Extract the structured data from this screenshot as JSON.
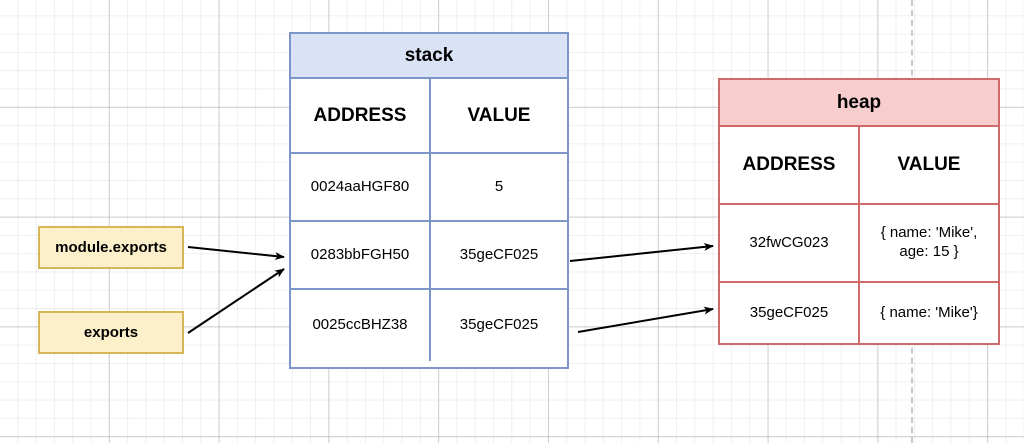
{
  "diagram": {
    "title_stack": "stack",
    "title_heap": "heap",
    "colors": {
      "stack_border": "#7d96c8",
      "stack_header_fill": "#dae3f6",
      "heap_border": "#d06a6a",
      "heap_header_fill": "#f8cdcd",
      "note_border": "#d6b656",
      "note_fill": "#fcf0ca",
      "arrow": "#000000",
      "guide_line": "#c9c9cc"
    }
  },
  "stack": {
    "title": "stack",
    "columns": [
      "ADDRESS",
      "VALUE"
    ],
    "rows": [
      {
        "address": "0024aaHGF80",
        "value": "5"
      },
      {
        "address": "0283bbFGH50",
        "value": "35geCF025"
      },
      {
        "address": "0025ccBHZ38",
        "value": "35geCF025"
      }
    ]
  },
  "heap": {
    "title": "heap",
    "columns": [
      "ADDRESS",
      "VALUE"
    ],
    "rows": [
      {
        "address": "32fwCG023",
        "value": "{ name: 'Mike',\nage:  15 }"
      },
      {
        "address": "35geCF025",
        "value": "{ name: 'Mike'}"
      }
    ]
  },
  "notes": [
    {
      "label": "module.exports"
    },
    {
      "label": "exports"
    }
  ],
  "arrows": [
    {
      "name": "module-exports-to-stack",
      "from": "module.exports",
      "to": "stack"
    },
    {
      "name": "exports-to-stack",
      "from": "exports",
      "to": "stack"
    },
    {
      "name": "stack-row2-to-heap-row1",
      "from": "stack row 0283bbFGH50",
      "to": "heap"
    },
    {
      "name": "stack-row3-to-heap-row2",
      "from": "stack row 0025ccBHZ38",
      "to": "heap"
    }
  ]
}
